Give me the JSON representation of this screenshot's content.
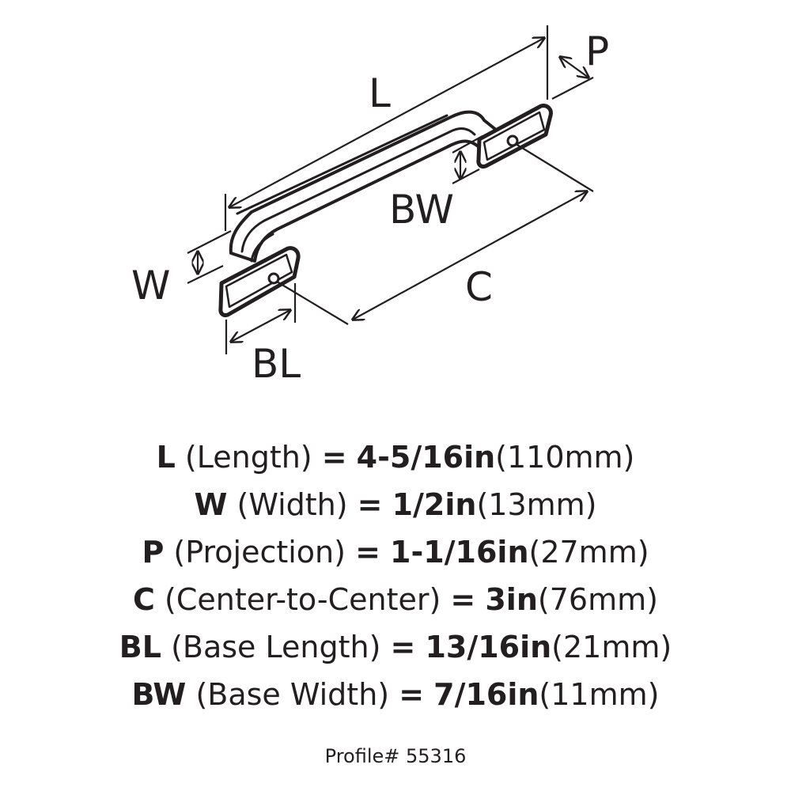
{
  "diagram": {
    "labels": {
      "L": "L",
      "P": "P",
      "BW": "BW",
      "W": "W",
      "C": "C",
      "BL": "BL"
    }
  },
  "specs": [
    {
      "code": "L",
      "name": "(Length)",
      "eq": "=",
      "value": "4-5/16in",
      "metric": "(110mm)"
    },
    {
      "code": "W",
      "name": "(Width)",
      "eq": "=",
      "value": "1/2in",
      "metric": "(13mm)"
    },
    {
      "code": "P",
      "name": "(Projection)",
      "eq": "=",
      "value": "1-1/16in",
      "metric": "(27mm)"
    },
    {
      "code": "C",
      "name": "(Center-to-Center)",
      "eq": "=",
      "value": "3in",
      "metric": "(76mm)"
    },
    {
      "code": "BL",
      "name": "(Base Length)",
      "eq": "=",
      "value": "13/16in",
      "metric": "(21mm)"
    },
    {
      "code": "BW",
      "name": "(Base Width)",
      "eq": "=",
      "value": "7/16in",
      "metric": "(11mm)"
    }
  ],
  "profile": "Profile# 55316"
}
